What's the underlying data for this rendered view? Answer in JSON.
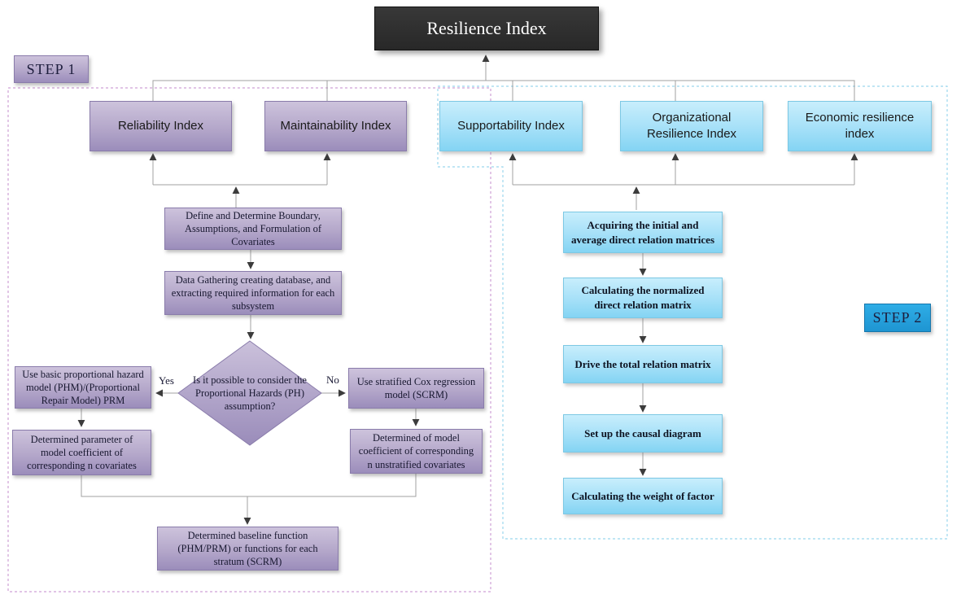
{
  "diagram": {
    "title": "Resilience Index",
    "step1_label": "STEP 1",
    "step2_label": "STEP 2",
    "yes_label": "Yes",
    "no_label": "No",
    "indexes": {
      "reliability": "Reliability Index",
      "maintainability": "Maintainability Index",
      "supportability": "Supportability Index",
      "organizational": "Organizational Resilience Index",
      "economic": "Economic resilience index"
    },
    "step1_flow": {
      "define": "Define and Determine Boundary, Assumptions, and Formulation of Covariates",
      "data_gathering": "Data Gathering creating database, and extracting required information for each subsystem",
      "decision": "Is it possible to consider the Proportional Hazards (PH) assumption?",
      "use_phm": "Use basic proportional hazard model (PHM)/(Proportional Repair Model) PRM",
      "param_phm": "Determined  parameter of model coefficient of corresponding n covariates",
      "use_scrm": "Use stratified Cox regression model (SCRM)",
      "param_scrm": "Determined of model coefficient of corresponding n unstratified   covariates",
      "baseline": "Determined  baseline function (PHM/PRM) or functions for each stratum (SCRM)"
    },
    "step2_flow": {
      "acquiring": "Acquiring the initial and average direct relation matrices",
      "normalized": "Calculating the normalized direct relation matrix",
      "total": "Drive the total relation matrix",
      "causal": "Set up the causal diagram",
      "weight": "Calculating the weight of factor"
    },
    "colors": {
      "dark_box": "#2e2e2e",
      "purple_box_top": "#cdc3dc",
      "purple_box_bottom": "#9b8dbb",
      "blue_box_top": "#c8eefc",
      "blue_box_bottom": "#84d4f3",
      "step2_label_blue": "#1e95d2",
      "step1_dashed_border": "#cfa0d6",
      "step2_dashed_border": "#9bd7ee",
      "connector_gray": "#a0a0a0",
      "arrowhead": "#3c3c3c"
    }
  }
}
